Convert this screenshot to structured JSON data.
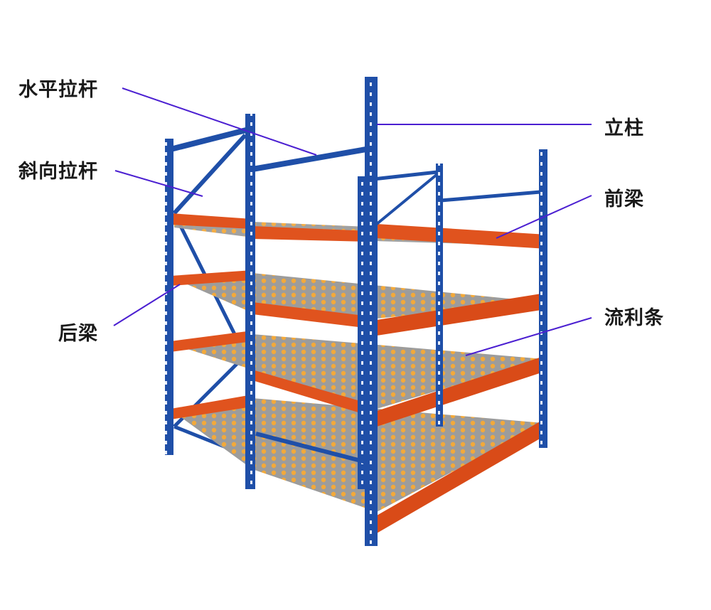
{
  "labels": {
    "horizontal_brace": "水平拉杆",
    "diagonal_brace": "斜向拉杆",
    "rear_beam": "后梁",
    "upright": "立柱",
    "front_beam": "前梁",
    "flow_rail": "流利条"
  },
  "colors": {
    "upright": "#1f4fa8",
    "beam": "#e0531e",
    "roller": "#f0a83a",
    "rail": "#9a9a9a",
    "leader_line": "#4b1fd1",
    "text": "#1a1a1a"
  }
}
